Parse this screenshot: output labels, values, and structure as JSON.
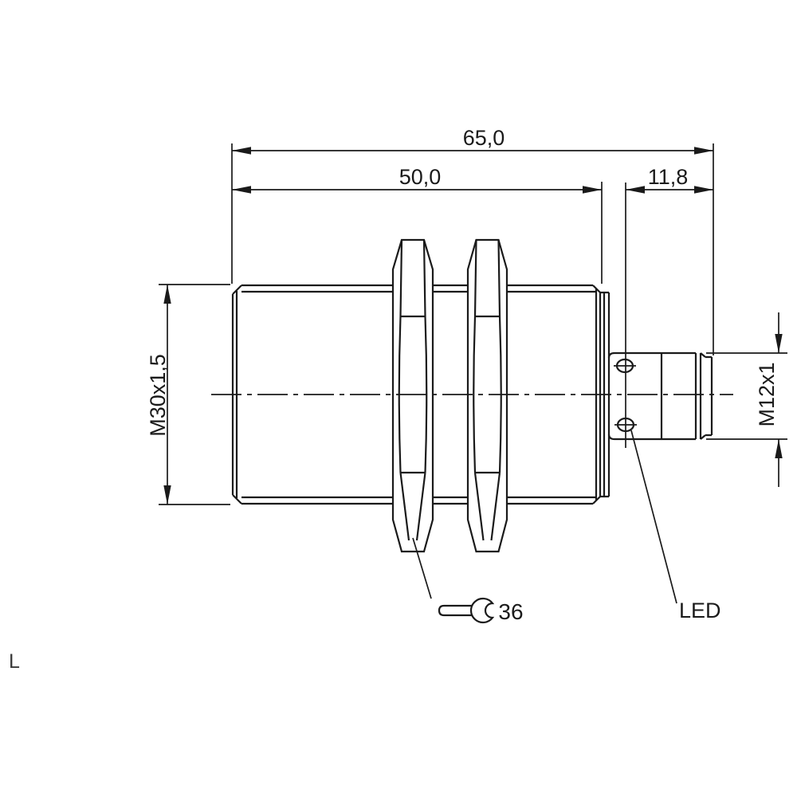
{
  "drawing": {
    "dimensions": {
      "overall_length": "65,0",
      "barrel_length": "50,0",
      "connector_length": "11,8",
      "barrel_thread": "M30x1,5",
      "connector_thread": "M12x1",
      "wrench_size": "36"
    },
    "labels": {
      "led": "LED",
      "corner_mark": "L"
    },
    "colors": {
      "line": "#1a1a1a",
      "background": "#ffffff"
    }
  }
}
